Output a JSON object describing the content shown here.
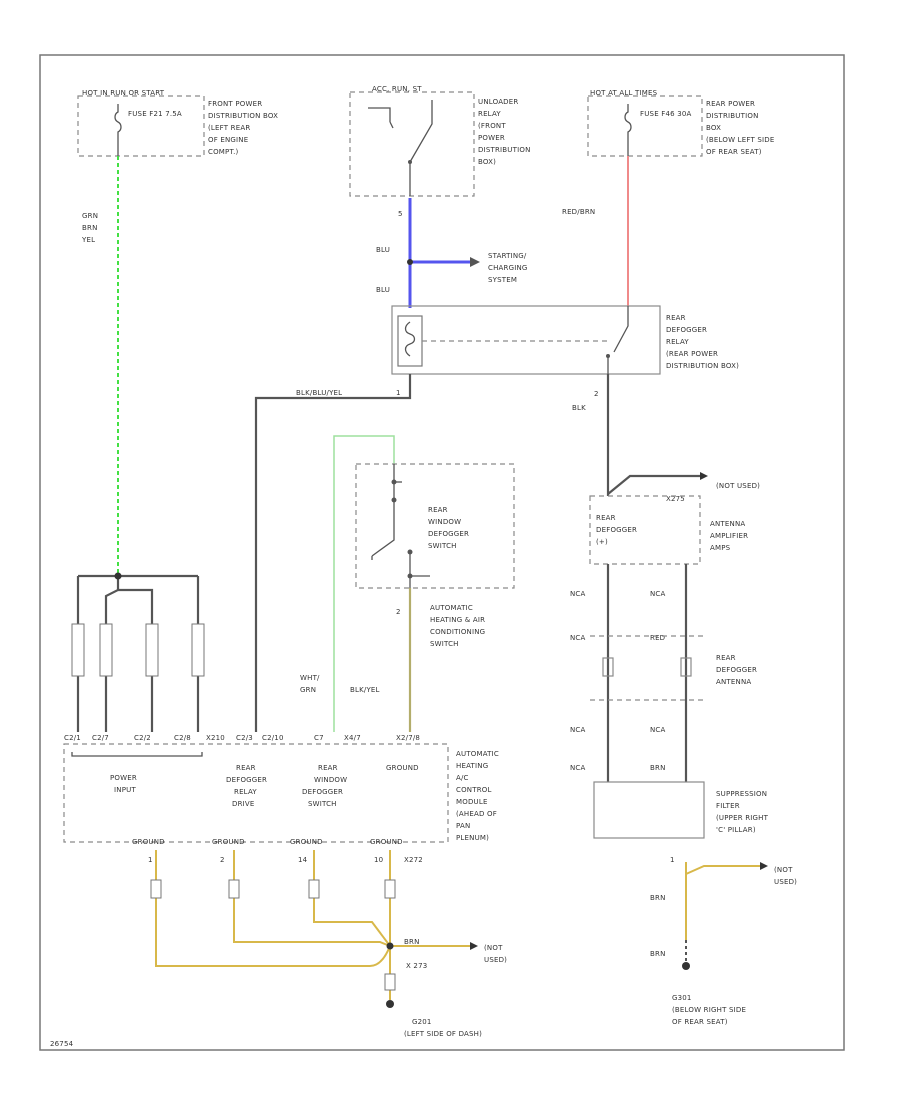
{
  "colors": {
    "grn_wire": "#44e044",
    "blu_wire": "#5555ee",
    "red_wire": "#f08a8a",
    "tan_wire": "#d8b84a",
    "blk_wire": "#555555",
    "ltgrn_wire": "#9ee09e",
    "olive_wire": "#b3ad6b"
  },
  "fuse1": {
    "title": "HOT IN RUN OR START",
    "fuse": "FUSE F21 7.5A",
    "loc": [
      "FRONT POWER",
      "DISTRIBUTION BOX",
      "(LEFT REAR",
      "OF ENGINE",
      "COMPT.)"
    ]
  },
  "acc_relay": {
    "title": "ACC, RUN, ST",
    "loc": [
      "UNLOADER",
      "RELAY",
      "(FRONT",
      "POWER",
      "DISTRIBUTION",
      "BOX)"
    ]
  },
  "fuse2": {
    "title": "HOT AT ALL TIMES",
    "fuse": "FUSE F46 30A",
    "loc": [
      "REAR POWER",
      "DISTRIBUTION",
      "BOX",
      "(BELOW LEFT SIDE",
      "OF REAR SEAT)"
    ]
  },
  "wires": {
    "grn_brn_yel": [
      "GRN",
      "BRN",
      "YEL"
    ],
    "blu_pin": "5",
    "blu": "BLU",
    "blu2": "BLU",
    "red_brn": "RED/BRN",
    "blk_blu_yel": "BLK/BLU/YEL",
    "blk": "BLK",
    "blk_pin": "2",
    "relay_pin_1": "1",
    "wht_grn": [
      "WHT/",
      "GRN"
    ],
    "blk_yel": "BLK/YEL",
    "switch_pin": "2",
    "nca_1": "NCA",
    "nca_2": "NCA",
    "nca_3": "NCA",
    "nca_4": "NCA",
    "nca_5": "NCA",
    "nca_6": "NCA",
    "red_1": "RED",
    "brn_1": "BRN",
    "brn_2": "BRN",
    "brn_pin": "1"
  },
  "starting": [
    "STARTING/",
    "CHARGING",
    "SYSTEM"
  ],
  "rear_relay": [
    "REAR",
    "DEFOGGER",
    "RELAY",
    "(REAR POWER",
    "DISTRIBUTION BOX)"
  ],
  "not_used_1": "(NOT USED)",
  "x275": "X275",
  "rear_defogger_conn": [
    "REAR",
    "DEFOGGER",
    "(+)"
  ],
  "antenna_amp": [
    "ANTENNA",
    "AMPLIFIER",
    "AMPS"
  ],
  "rear_window_switch": [
    "REAR",
    "WINDOW",
    "DEFOGGER",
    "SWITCH"
  ],
  "auto_heating_switch": [
    "AUTOMATIC",
    "HEATING & AIR",
    "CONDITIONING",
    "SWITCH"
  ],
  "rear_defogger_antenna": [
    "REAR",
    "DEFOGGER",
    "ANTENNA"
  ],
  "pin_labels": [
    "C2/1",
    "C2/7",
    "C2/2",
    "C2/8",
    "X210",
    "C2/3",
    "C2/10",
    "C7",
    "X4/7",
    "X2/7/8"
  ],
  "module": {
    "power_input": [
      "POWER",
      "INPUT"
    ],
    "relay_drive": [
      "REAR",
      "DEFOGGER",
      "RELAY",
      "DRIVE"
    ],
    "window_switch": [
      "REAR",
      "WINDOW",
      "DEFOGGER",
      "SWITCH"
    ],
    "ground": "GROUND",
    "name": [
      "AUTOMATIC",
      "HEATING",
      "A/C",
      "CONTROL",
      "MODULE",
      "(AHEAD OF",
      "PAN",
      "PLENUM)"
    ]
  },
  "grounds_row": [
    "GROUND",
    "GROUND",
    "GROUND",
    "GROUND"
  ],
  "ground_pins": [
    "1",
    "2",
    "14",
    "10"
  ],
  "x272": "X272",
  "brn_splice": "BRN",
  "not_used_2": [
    "(NOT",
    "USED)"
  ],
  "x273": "X 273",
  "g201": "G201",
  "g201_loc": "(LEFT SIDE OF DASH)",
  "suppression": [
    "SUPPRESSION",
    "FILTER",
    "(UPPER RIGHT",
    "'C' PILLAR)"
  ],
  "not_used_3": [
    "(NOT",
    "USED)"
  ],
  "g301": "G301",
  "g301_loc": [
    "(BELOW RIGHT SIDE",
    "OF REAR SEAT)"
  ],
  "diagram_id": "26754"
}
